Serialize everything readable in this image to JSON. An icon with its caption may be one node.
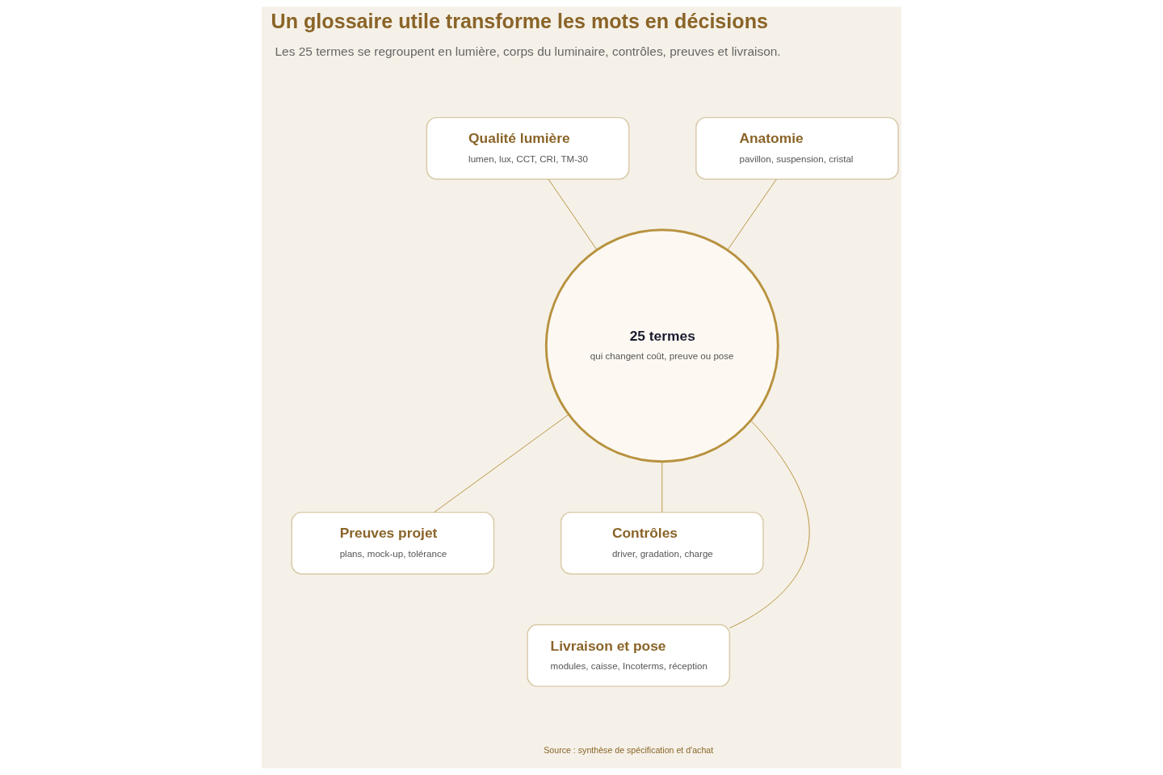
{
  "diagram": {
    "title": "Un glossaire utile transforme les mots en décisions",
    "caption": "Source : synthèse de spécification et d'achat",
    "nodes": [
      {
        "text": [
          "Qualité lumière",
          "lumen, lux, CCT, CRI, TM-30"
        ]
      },
      {
        "text": [
          "Anatomie",
          "pavillon, suspension, cristal"
        ]
      },
      {
        "text": [
          "25 termes",
          "qui changent coût, preuve ou pose"
        ]
      },
      {
        "text": [
          "Preuves projet",
          "plans, mock-up, tolérance"
        ]
      },
      {
        "text": [
          "Contrôles",
          "driver, gradation, charge"
        ]
      },
      {
        "text": [
          "Livraison et pose",
          "modules, caisse, Incoterms, réception"
        ]
      }
    ],
    "edges": [
      {
        "from": 0,
        "to": 2,
        "arrow": "none"
      },
      {
        "from": 1,
        "to": 2,
        "arrow": "none"
      },
      {
        "from": 2,
        "to": 3,
        "arrow": "none"
      },
      {
        "from": 2,
        "to": 4,
        "arrow": "none"
      },
      {
        "from": 2,
        "to": 5,
        "arrow": "none"
      }
    ],
    "labels": [
      "Les 25 termes se regroupent en lumière, corps du luminaire, contrôles, preuves et livraison."
    ]
  }
}
